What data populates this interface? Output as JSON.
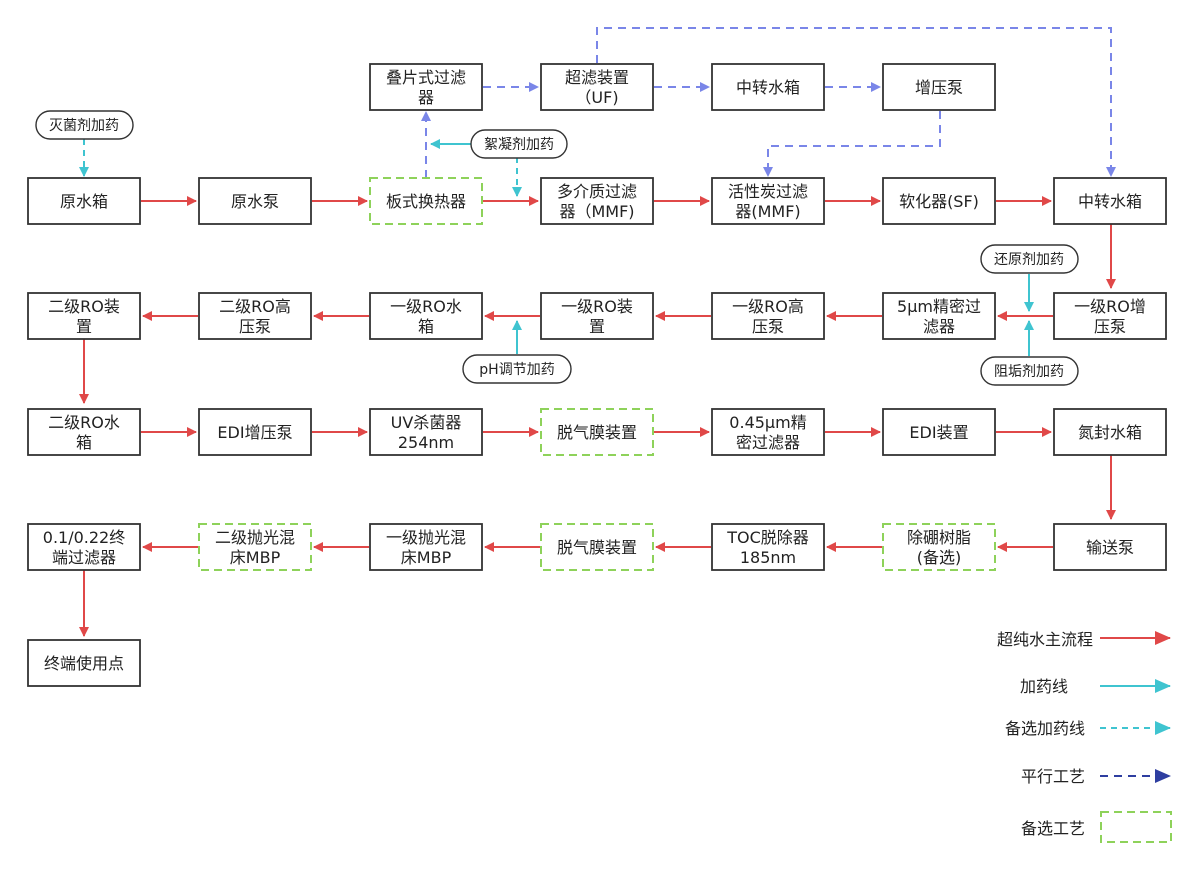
{
  "colors": {
    "main": "#e04848",
    "dosing": "#3fc4d0",
    "parallel": "#7a86e8",
    "parallel_legend": "#2e3ea0",
    "optional": "#8ed25a"
  },
  "nodes": {
    "n11": {
      "lines": [
        "原水箱"
      ],
      "optional": false
    },
    "n12": {
      "lines": [
        "原水泵"
      ],
      "optional": false
    },
    "n13": {
      "lines": [
        "板式换热器"
      ],
      "optional": true
    },
    "n14": {
      "lines": [
        "多介质过滤",
        "器（MMF)"
      ],
      "optional": false
    },
    "n15": {
      "lines": [
        "活性炭过滤",
        "器(MMF)"
      ],
      "optional": false
    },
    "n16": {
      "lines": [
        "软化器(SF)"
      ],
      "optional": false
    },
    "n17": {
      "lines": [
        "中转水箱"
      ],
      "optional": false
    },
    "p1": {
      "lines": [
        "叠片式过滤",
        "器"
      ],
      "optional": false
    },
    "p2": {
      "lines": [
        "超滤装置",
        "（UF)"
      ],
      "optional": false
    },
    "p3": {
      "lines": [
        "中转水箱"
      ],
      "optional": false
    },
    "p4": {
      "lines": [
        "增压泵"
      ],
      "optional": false
    },
    "n21": {
      "lines": [
        "二级RO装",
        "置"
      ],
      "optional": false
    },
    "n22": {
      "lines": [
        "二级RO高",
        "压泵"
      ],
      "optional": false
    },
    "n23": {
      "lines": [
        "一级RO水",
        "箱"
      ],
      "optional": false
    },
    "n24": {
      "lines": [
        "一级RO装",
        "置"
      ],
      "optional": false
    },
    "n25": {
      "lines": [
        "一级RO高",
        "压泵"
      ],
      "optional": false
    },
    "n26": {
      "lines": [
        "5μm精密过",
        "滤器"
      ],
      "optional": false
    },
    "n27": {
      "lines": [
        "一级RO增",
        "压泵"
      ],
      "optional": false
    },
    "n31": {
      "lines": [
        "二级RO水",
        "箱"
      ],
      "optional": false
    },
    "n32": {
      "lines": [
        "EDI增压泵"
      ],
      "optional": false
    },
    "n33": {
      "lines": [
        "UV杀菌器",
        "254nm"
      ],
      "optional": false
    },
    "n34": {
      "lines": [
        "脱气膜装置"
      ],
      "optional": true
    },
    "n35": {
      "lines": [
        "0.45μm精",
        "密过滤器"
      ],
      "optional": false
    },
    "n36": {
      "lines": [
        "EDI装置"
      ],
      "optional": false
    },
    "n37": {
      "lines": [
        "氮封水箱"
      ],
      "optional": false
    },
    "n41": {
      "lines": [
        "0.1/0.22终",
        "端过滤器"
      ],
      "optional": false
    },
    "n42": {
      "lines": [
        "二级抛光混",
        "床MBP"
      ],
      "optional": true
    },
    "n43": {
      "lines": [
        "一级抛光混",
        "床MBP"
      ],
      "optional": false
    },
    "n44": {
      "lines": [
        "脱气膜装置"
      ],
      "optional": true
    },
    "n45": {
      "lines": [
        "TOC脱除器",
        "185nm"
      ],
      "optional": false
    },
    "n46": {
      "lines": [
        "除硼树脂",
        "(备选)"
      ],
      "optional": true
    },
    "n47": {
      "lines": [
        "输送泵"
      ],
      "optional": false
    },
    "n51": {
      "lines": [
        "终端使用点"
      ],
      "optional": false
    }
  },
  "dosing": {
    "d_sterilant": "灭菌剂加药",
    "d_flocculant": "絮凝剂加药",
    "d_reductant": "还原剂加药",
    "d_antiscalant": "阻垢剂加药",
    "d_ph": "pH调节加药"
  },
  "legend": [
    {
      "label": "超纯水主流程",
      "style": "main"
    },
    {
      "label": "加药线",
      "style": "dosing"
    },
    {
      "label": "备选加药线",
      "style": "dosing-dashed"
    },
    {
      "label": "平行工艺",
      "style": "parallel"
    },
    {
      "label": "备选工艺",
      "style": "optional-box"
    }
  ]
}
